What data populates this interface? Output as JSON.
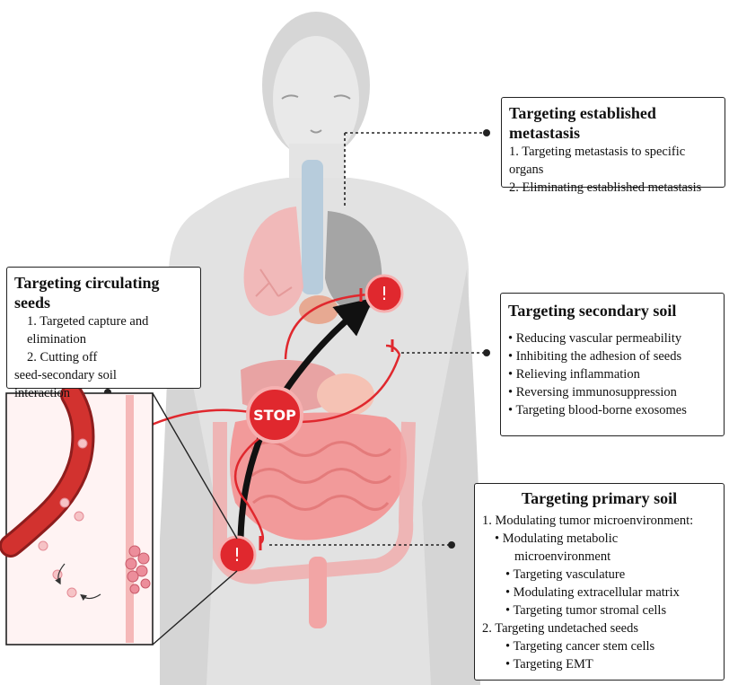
{
  "stop_label": "STOP",
  "alert_mark": "!",
  "colors": {
    "alert_red": "#e0282e",
    "body_gray": "#dcdcdc",
    "organ_pink": "#f29a9a",
    "arrow_black": "#111111",
    "vessel_red": "#c8262b"
  },
  "boxes": {
    "established": {
      "title": "Targeting established metastasis",
      "lines": [
        "1. Targeting metastasis to specific",
        "organs",
        "2. Eliminating established metastasis"
      ]
    },
    "circulating": {
      "title": "Targeting circulating seeds",
      "lines": [
        "1. Targeted  capture and",
        "elimination",
        "2. Cutting off",
        "seed-secondary soil",
        "interaction"
      ]
    },
    "secondary": {
      "title": "Targeting secondary soil",
      "lines": [
        "• Reducing vascular permeability",
        "• Inhibiting the adhesion of seeds",
        "• Relieving inflammation",
        "• Reversing immunosuppression",
        "• Targeting blood-borne exosomes"
      ]
    },
    "primary": {
      "title": "Targeting primary soil",
      "lines": [
        "1. Modulating tumor microenvironment:",
        "• Modulating metabolic",
        "microenvironment",
        "• Targeting vasculature",
        "• Modulating extracellular matrix",
        "• Targeting tumor stromal cells",
        "2. Targeting undetached seeds",
        "• Targeting cancer stem cells",
        "• Targeting EMT"
      ]
    }
  }
}
